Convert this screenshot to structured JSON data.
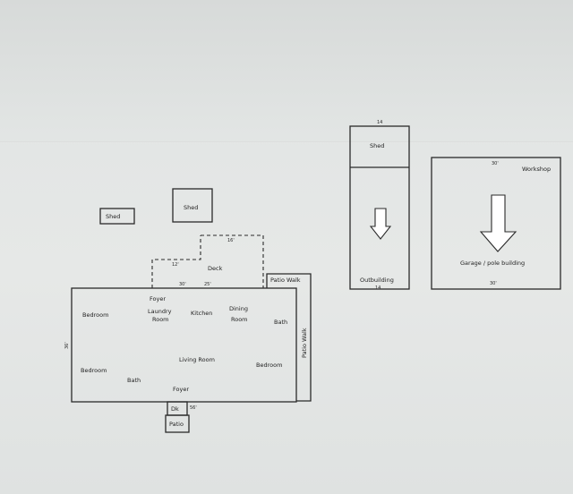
{
  "labels": {
    "shed_small": "Shed",
    "shed_square": "Shed",
    "deck": "Deck",
    "patio_walk_top": "Patio Walk",
    "patio_walk_side": "Patio Walk",
    "foyer_top": "Foyer",
    "laundry_line1": "Laundry",
    "laundry_line2": "Room",
    "kitchen": "Kitchen",
    "dining_line1": "Dining",
    "dining_line2": "Room",
    "bath_right": "Bath",
    "bedroom_top_left": "Bedroom",
    "bedroom_bottom_left": "Bedroom",
    "living_room": "Living Room",
    "bedroom_right": "Bedroom",
    "bath_bottom": "Bath",
    "foyer_bottom": "Foyer",
    "dk": "Dk",
    "patio": "Patio",
    "outbuilding_shed": "Shed",
    "outbuilding": "Outbuilding",
    "workshop": "Workshop",
    "garage_line": "Garage   /   pole building"
  },
  "dims": {
    "deck_top": "16'",
    "deck_mid": "30'",
    "deck_mid2": "25'",
    "deck_inner": "12'",
    "house_left": "36'",
    "dk_right": "56'",
    "workshop_top": "30'",
    "workshop_bottom": "30'",
    "outbuilding_top": "14",
    "outbuilding_bottom": "14"
  }
}
